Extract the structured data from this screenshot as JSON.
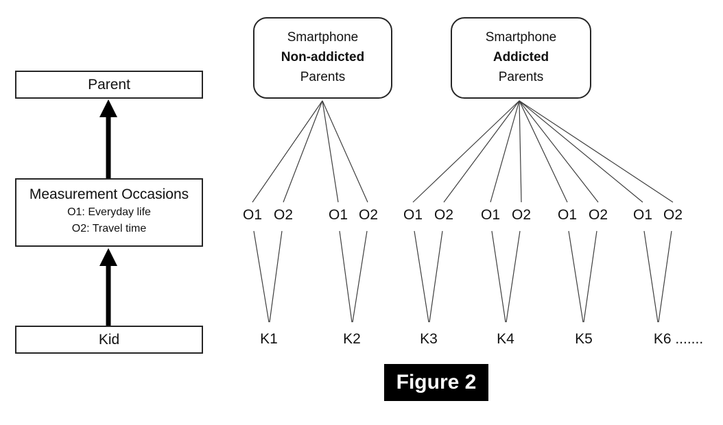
{
  "figure_caption": "Figure 2",
  "left_flow": {
    "parent_label": "Parent",
    "measurement_title": "Measurement Occasions",
    "measurement_o1": "O1: Everyday life",
    "measurement_o2": "O2: Travel time",
    "kid_label": "Kid"
  },
  "parent_groups": [
    {
      "top": "Smartphone",
      "middle": "Non-addicted",
      "bottom": "Parents"
    },
    {
      "top": "Smartphone",
      "middle": "Addicted",
      "bottom": "Parents"
    }
  ],
  "occasion_labels": {
    "o1": "O1",
    "o2": "O2"
  },
  "kid_labels": [
    "K1",
    "K2",
    "K3",
    "K4",
    "K5",
    "K6 ......."
  ],
  "colors": {
    "line": "#3d3d3d",
    "border": "#262626",
    "text": "#111111",
    "caption_bg": "#000000",
    "caption_text": "#ffffff"
  }
}
